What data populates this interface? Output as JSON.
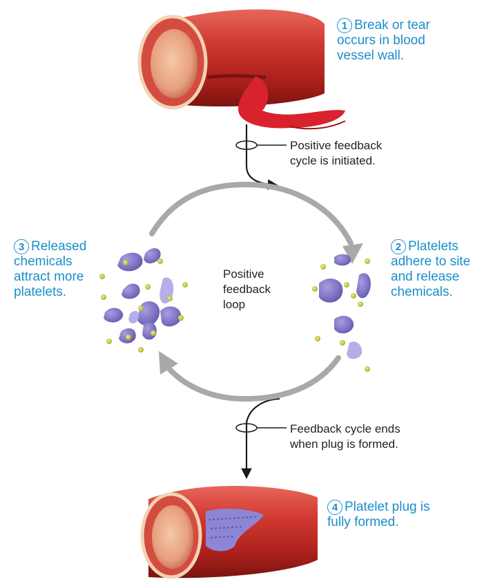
{
  "steps": [
    {
      "number": "1",
      "line1": "Break or tear",
      "line2": "occurs in blood",
      "line3": "vessel wall."
    },
    {
      "number": "2",
      "line1": "Platelets",
      "line2": "adhere to site",
      "line3": "and release",
      "line4": "chemicals."
    },
    {
      "number": "3",
      "line1": "Released",
      "line2": "chemicals",
      "line3": "attract more",
      "line4": "platelets."
    },
    {
      "number": "4",
      "line1": "Platelet plug is",
      "line2": "fully formed."
    }
  ],
  "notes": {
    "start_line1": "Positive feedback",
    "start_line2": "cycle is initiated.",
    "end_line1": "Feedback cycle ends",
    "end_line2": "when plug is formed."
  },
  "loop": {
    "line1": "Positive",
    "line2": "feedback",
    "line3": "loop"
  },
  "colors": {
    "label": "#1a8fc9",
    "vessel": "#c7322b",
    "blood": "#d8232f",
    "platelet": "#7d72c2",
    "chemical": "#b8b52a",
    "cycle_arrow": "#a9a9a9"
  }
}
